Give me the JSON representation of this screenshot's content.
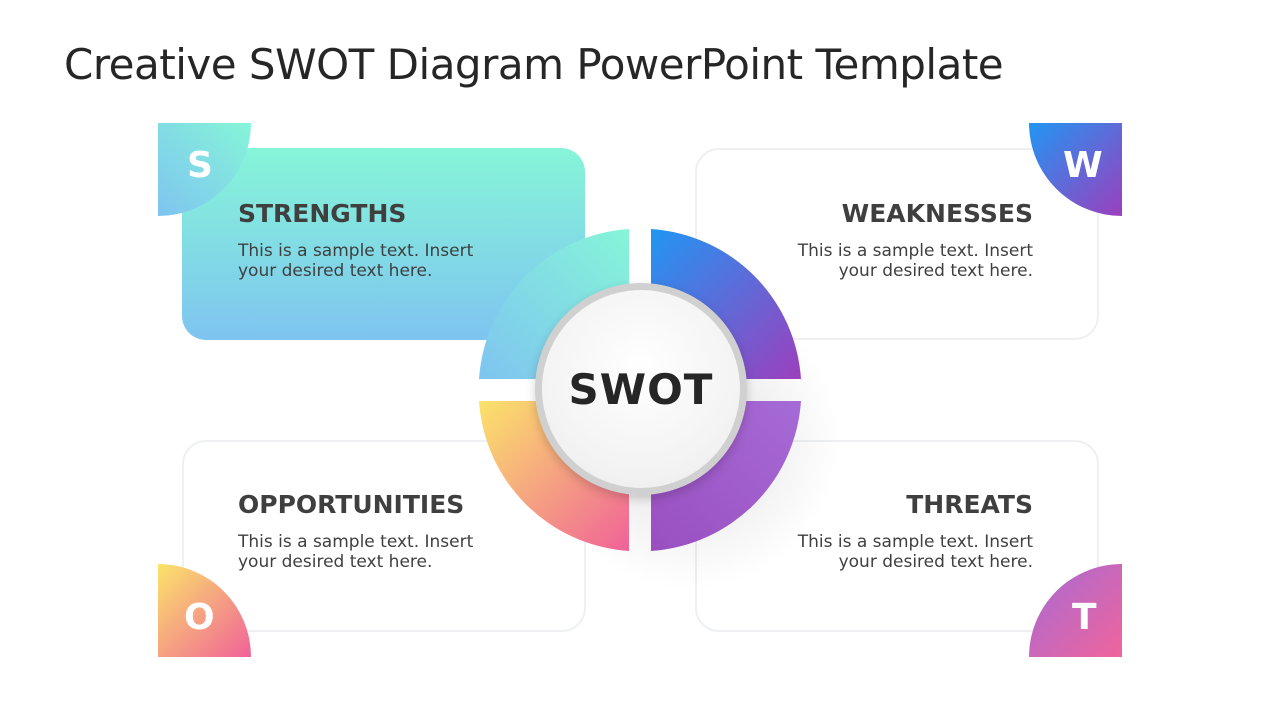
{
  "title": "Creative SWOT Diagram PowerPoint Template",
  "center_label": "SWOT",
  "quadrants": {
    "strengths": {
      "letter": "S",
      "heading": "STRENGTHS",
      "text_line1": "This is a sample text. Insert",
      "text_line2": "your desired text here.",
      "colors": [
        "#86f5d8",
        "#7ec4f0"
      ]
    },
    "weaknesses": {
      "letter": "W",
      "heading": "WEAKNESSES",
      "text_line1": "This is a sample text. Insert",
      "text_line2": "your desired text here.",
      "colors": [
        "#2196f3",
        "#9c3fbd"
      ]
    },
    "opportunities": {
      "letter": "O",
      "heading": "OPPORTUNITIES",
      "text_line1": "This is a sample text. Insert",
      "text_line2": "your desired text here.",
      "colors": [
        "#fbe36a",
        "#f06298"
      ]
    },
    "threats": {
      "letter": "T",
      "heading": "THREATS",
      "text_line1": "This is a sample text. Insert",
      "text_line2": "your desired text here.",
      "colors": [
        "#a56bd6",
        "#f0649c"
      ]
    }
  }
}
